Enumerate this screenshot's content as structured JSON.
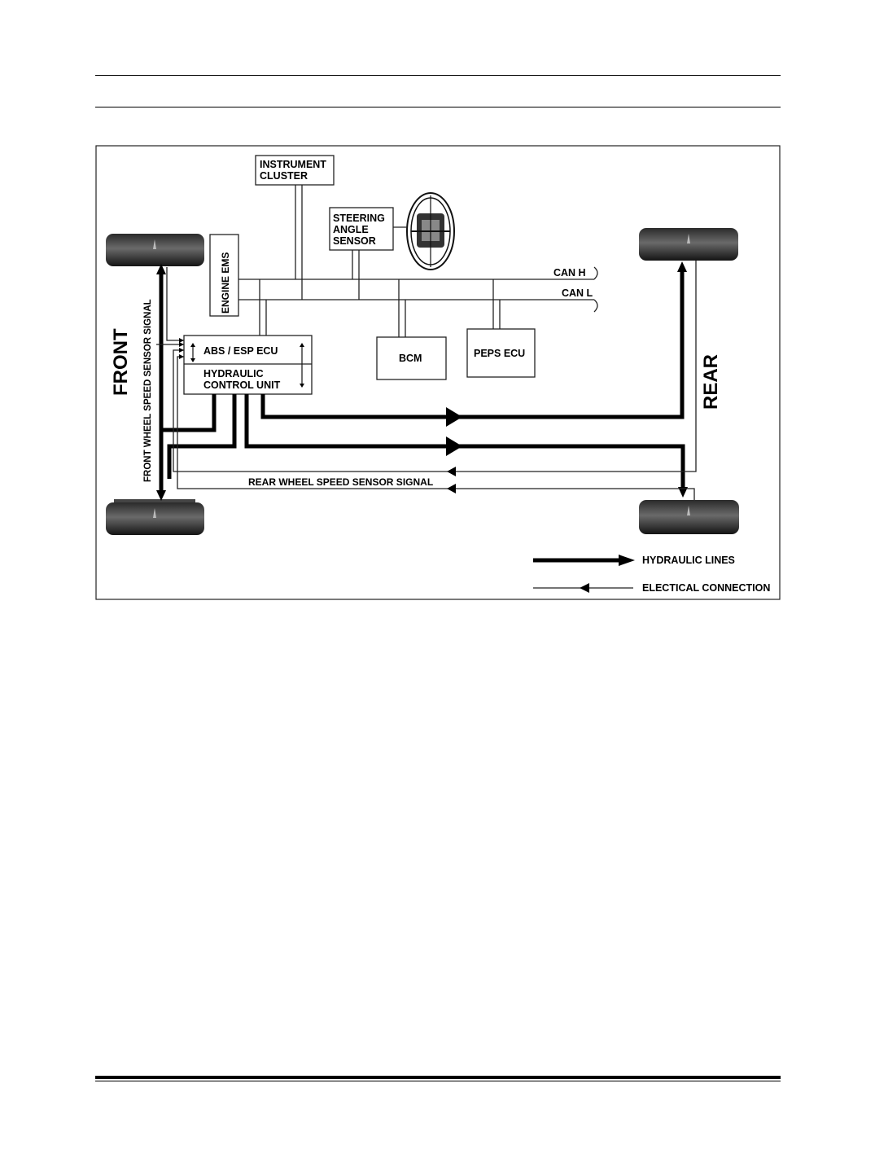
{
  "labels": {
    "instrument_cluster": [
      "INSTRUMENT",
      "CLUSTER"
    ],
    "steering_angle_sensor": [
      "STEERING",
      "ANGLE",
      "SENSOR"
    ],
    "engine_ems": "ENGINE EMS",
    "can_h": "CAN H",
    "can_l": "CAN L",
    "abs_esp_ecu": "ABS / ESP ECU",
    "hydraulic_control_unit": [
      "HYDRAULIC",
      "CONTROL UNIT"
    ],
    "bcm": "BCM",
    "peps_ecu": "PEPS ECU",
    "front": "FRONT",
    "rear": "REAR",
    "front_wheel_speed_sensor_signal": "FRONT WHEEL SPEED SENSOR SIGNAL",
    "rear_wheel_speed_sensor_signal": "REAR WHEEL SPEED SENSOR SIGNAL"
  },
  "legend": {
    "hydraulic_lines": "HYDRAULIC LINES",
    "electrical_connection": "ELECTICAL CONNECTION"
  },
  "icons": [
    "steering-wheel-icon",
    "wheel-icon"
  ]
}
